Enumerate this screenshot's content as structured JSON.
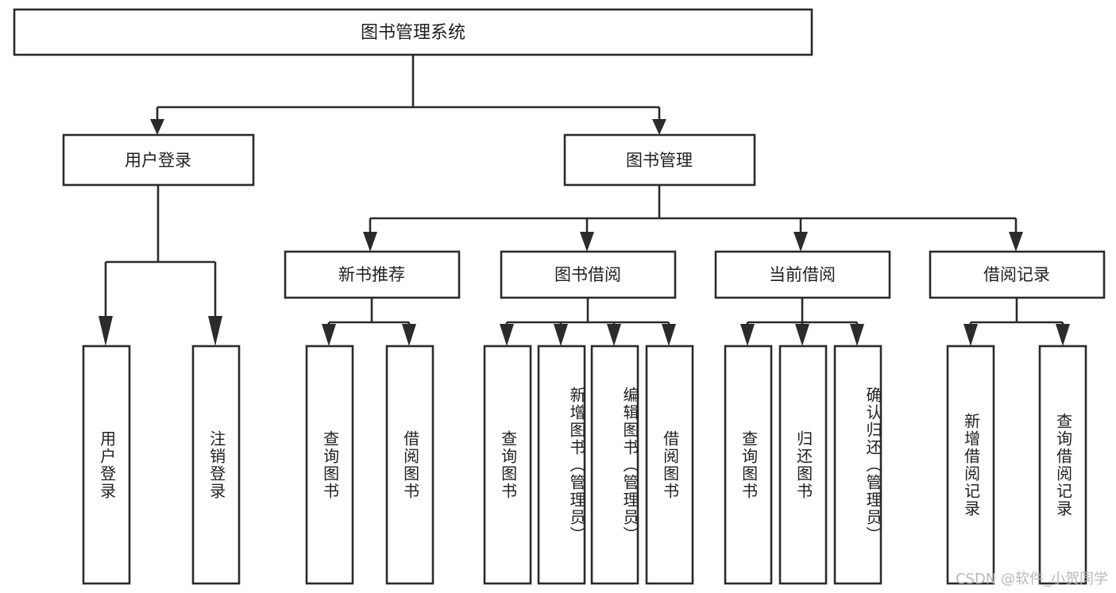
{
  "diagram": {
    "title": "图书管理系统",
    "type": "hierarchy-tree",
    "background": "#ffffff",
    "stroke_color": "#2b2b2b",
    "text_color": "#1f1f1f",
    "watermark": "CSDN @软件_小贺同学",
    "watermark_color": "#b9b9b9"
  },
  "levels": {
    "root": {
      "label": "图书管理系统"
    },
    "level1": [
      {
        "id": "user-login",
        "label": "用户登录"
      },
      {
        "id": "book-manage",
        "label": "图书管理"
      }
    ],
    "level2": [
      {
        "id": "new-book-recommend",
        "label": "新书推荐"
      },
      {
        "id": "book-borrow",
        "label": "图书借阅"
      },
      {
        "id": "current-borrow",
        "label": "当前借阅"
      },
      {
        "id": "borrow-record",
        "label": "借阅记录"
      }
    ],
    "leaves": [
      {
        "id": "leaf-user-login",
        "label": "用户登录",
        "parent": "user-login"
      },
      {
        "id": "leaf-logout-login",
        "label": "注销登录",
        "parent": "user-login"
      },
      {
        "id": "leaf-query-book-1",
        "label": "查询图书",
        "parent": "new-book-recommend"
      },
      {
        "id": "leaf-borrow-book-1",
        "label": "借阅图书",
        "parent": "new-book-recommend"
      },
      {
        "id": "leaf-query-book-2",
        "label": "查询图书",
        "parent": "book-borrow"
      },
      {
        "id": "leaf-add-book",
        "label": "新增图书（管理员）",
        "parent": "book-borrow"
      },
      {
        "id": "leaf-edit-book",
        "label": "编辑图书（管理员）",
        "parent": "book-borrow"
      },
      {
        "id": "leaf-borrow-book-2",
        "label": "借阅图书",
        "parent": "book-borrow"
      },
      {
        "id": "leaf-query-book-3",
        "label": "查询图书",
        "parent": "current-borrow"
      },
      {
        "id": "leaf-return-book",
        "label": "归还图书",
        "parent": "current-borrow"
      },
      {
        "id": "leaf-confirm-return",
        "label": "确认归还（管理员）",
        "parent": "current-borrow"
      },
      {
        "id": "leaf-add-borrow-record",
        "label": "新增借阅记录",
        "parent": "borrow-record"
      },
      {
        "id": "leaf-query-borrow-record",
        "label": "查询借阅记录",
        "parent": "borrow-record"
      }
    ]
  }
}
